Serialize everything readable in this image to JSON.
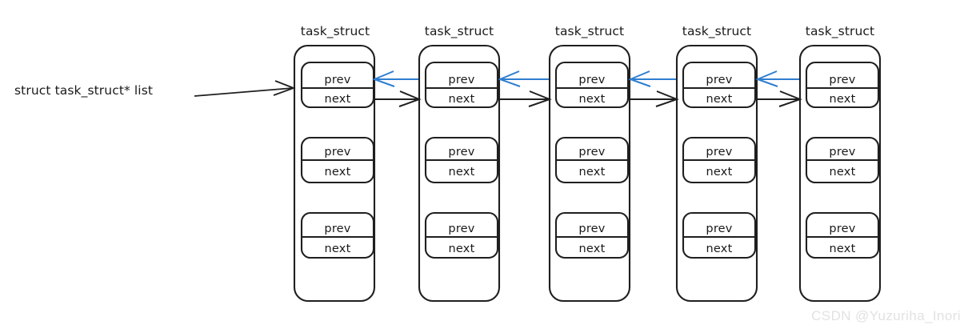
{
  "diagram": {
    "type": "doubly-linked-list",
    "head_label": "struct task_struct* list",
    "field_prev": "prev",
    "field_next": "next",
    "node_title": "task_struct",
    "colors": {
      "stroke": "#1f1f1f",
      "prev_arrow": "#2f7ed0",
      "next_arrow": "#1f1f1f",
      "background": "#ffffff",
      "watermark": "#e2e2e2"
    },
    "nodes": [
      {
        "title": "task_struct",
        "fields": [
          {
            "prev": "prev",
            "next": "next"
          },
          {
            "prev": "prev",
            "next": "next"
          },
          {
            "prev": "prev",
            "next": "next"
          }
        ]
      },
      {
        "title": "task_struct",
        "fields": [
          {
            "prev": "prev",
            "next": "next"
          },
          {
            "prev": "prev",
            "next": "next"
          },
          {
            "prev": "prev",
            "next": "next"
          }
        ]
      },
      {
        "title": "task_struct",
        "fields": [
          {
            "prev": "prev",
            "next": "next"
          },
          {
            "prev": "prev",
            "next": "next"
          },
          {
            "prev": "prev",
            "next": "next"
          }
        ]
      },
      {
        "title": "task_struct",
        "fields": [
          {
            "prev": "prev",
            "next": "next"
          },
          {
            "prev": "prev",
            "next": "next"
          },
          {
            "prev": "prev",
            "next": "next"
          }
        ]
      },
      {
        "title": "task_struct",
        "fields": [
          {
            "prev": "prev",
            "next": "next"
          },
          {
            "prev": "prev",
            "next": "next"
          },
          {
            "prev": "prev",
            "next": "next"
          }
        ]
      }
    ]
  },
  "watermark": {
    "text": "CSDN @Yuzuriha_Inori"
  }
}
